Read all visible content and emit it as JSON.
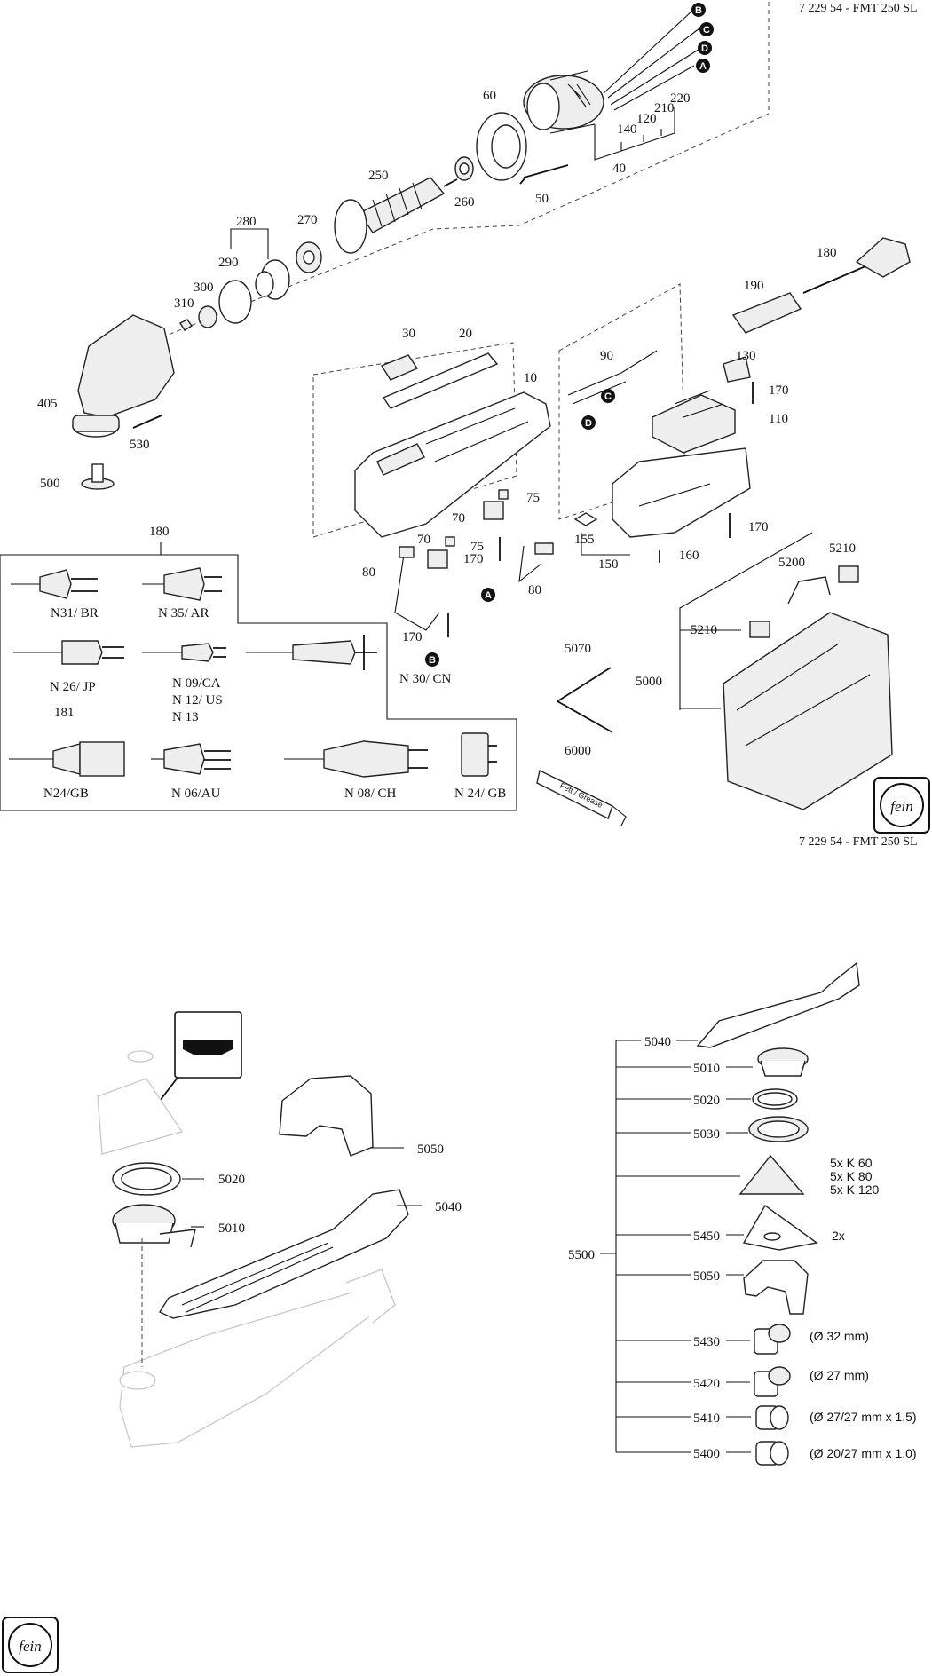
{
  "header_ref": "7 229 54 - FMT 250 SL",
  "footer_ref": "7 229 54 - FMT 250 SL",
  "brand": "fein",
  "connector_markers": [
    "A",
    "B",
    "C",
    "D"
  ],
  "top_labels": {
    "p10": "10",
    "p20": "20",
    "p30": "30",
    "p40": "40",
    "p50": "50",
    "p60": "60",
    "p70a": "70",
    "p70b": "70",
    "p75a": "75",
    "p75b": "75",
    "p80a": "80",
    "p80b": "80",
    "p90": "90",
    "p110": "110",
    "p120": "120",
    "p130": "130",
    "p140": "140",
    "p150": "150",
    "p155": "155",
    "p160": "160",
    "p170a": "170",
    "p170b": "170",
    "p170c": "170",
    "p170d": "170",
    "p180": "180",
    "p190": "190",
    "p210": "210",
    "p220": "220",
    "p250": "250",
    "p260": "260",
    "p270": "270",
    "p280": "280",
    "p290": "290",
    "p300": "300",
    "p310": "310",
    "p405": "405",
    "p500": "500",
    "p530": "530",
    "p5000": "5000",
    "p5070": "5070",
    "p5200": "5200",
    "p5210a": "5210",
    "p5210b": "5210",
    "p6000": "6000"
  },
  "plugs_box": {
    "label_180": "180",
    "label_181": "181",
    "plugs": [
      "N31/ BR",
      "N 35/ AR",
      "N 26/ JP",
      "N 09/CA",
      "N 12/ US",
      "N 13",
      "N 30/ CN",
      "N24/GB",
      "N 06/AU",
      "N 08/ CH",
      "N 24/ GB"
    ]
  },
  "grease_text": "Fett / Grease",
  "bottom_left": {
    "labels": [
      "5050",
      "5020",
      "5040",
      "5010"
    ]
  },
  "accessory_set": {
    "set_label": "5500",
    "items": [
      {
        "number": "5040",
        "note": ""
      },
      {
        "number": "5010",
        "note": ""
      },
      {
        "number": "5020",
        "note": ""
      },
      {
        "number": "5030",
        "note": ""
      },
      {
        "number": "",
        "note": "5x K 60"
      },
      {
        "number": "",
        "note": "5x K 80"
      },
      {
        "number": "",
        "note": "5x K 120"
      },
      {
        "number": "5450",
        "note": "2x"
      },
      {
        "number": "5050",
        "note": ""
      },
      {
        "number": "5430",
        "note": "(Ø 32 mm)"
      },
      {
        "number": "5420",
        "note": "(Ø 27 mm)"
      },
      {
        "number": "5410",
        "note": "(Ø 27/27 mm x 1,5)"
      },
      {
        "number": "5400",
        "note": "(Ø 20/27 mm x 1,0)"
      }
    ]
  }
}
